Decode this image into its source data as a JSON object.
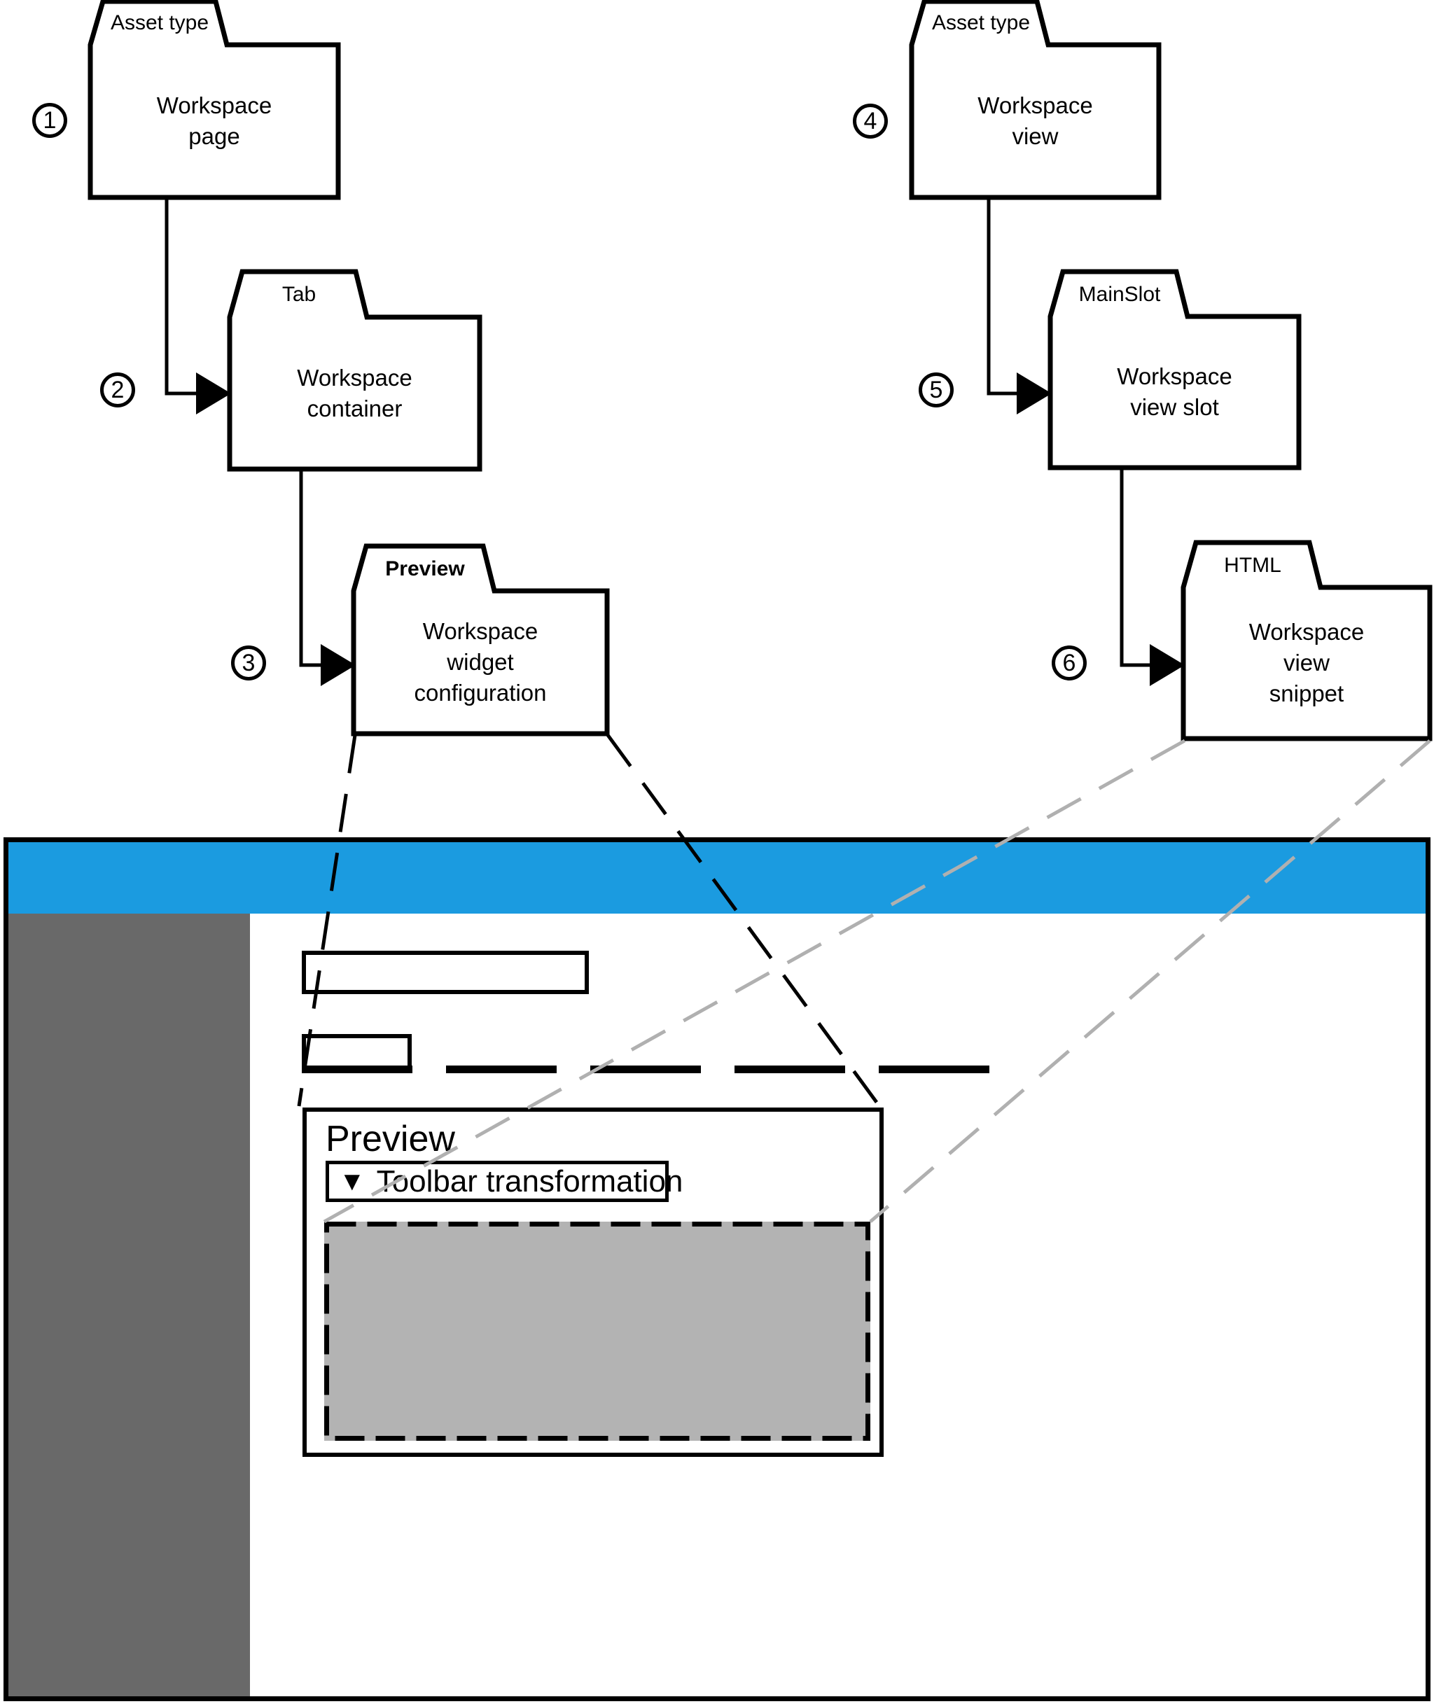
{
  "colors": {
    "header_blue": "#1B9BE0",
    "sidebar_gray": "#696969",
    "placeholder_gray": "#B3B3B3",
    "connector_gray": "#B0B0B0"
  },
  "diagram": {
    "nodes": [
      {
        "step": "1",
        "tab": "Asset type",
        "title": "Workspace\npage"
      },
      {
        "step": "2",
        "tab": "Tab",
        "title": "Workspace\ncontainer"
      },
      {
        "step": "3",
        "tab": "Preview",
        "title": "Workspace\nwidget\nconfiguration"
      },
      {
        "step": "4",
        "tab": "Asset type",
        "title": "Workspace\nview"
      },
      {
        "step": "5",
        "tab": "MainSlot",
        "title": "Workspace\nview slot"
      },
      {
        "step": "6",
        "tab": "HTML",
        "title": "Workspace\nview\nsnippet"
      }
    ]
  },
  "mockup": {
    "preview_panel": {
      "title": "Preview",
      "button_icon": "▼",
      "button_label": "Toolbar transformation"
    }
  }
}
